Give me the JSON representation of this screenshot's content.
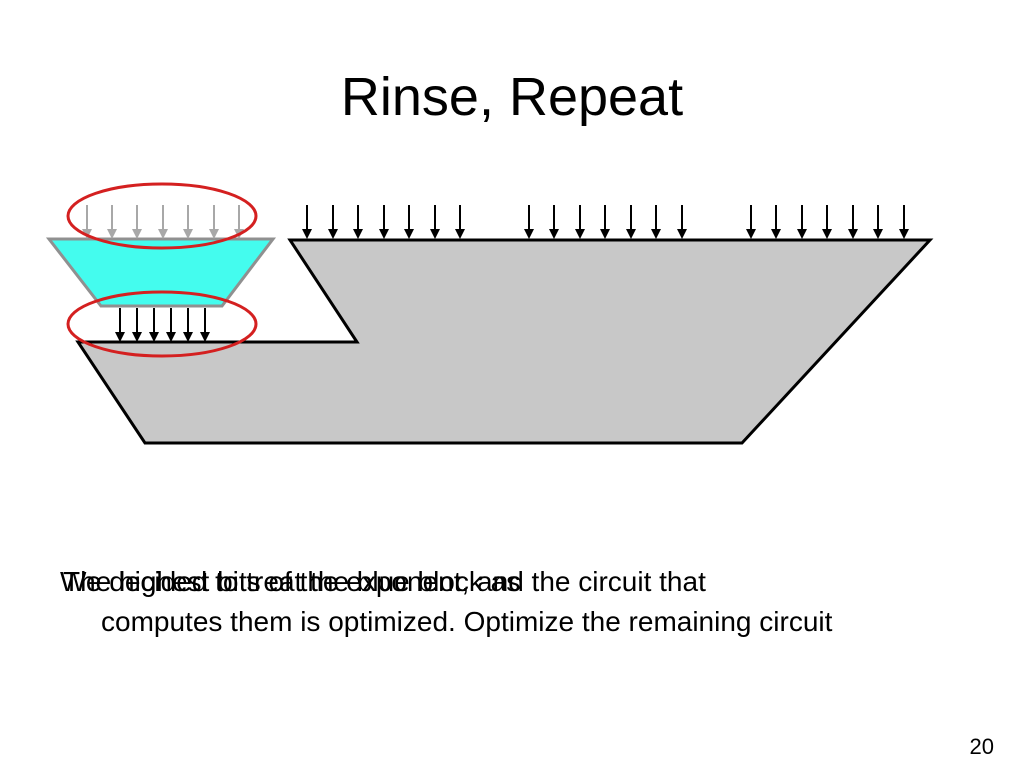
{
  "slide": {
    "title": "Rinse, Repeat",
    "page_number": "20"
  },
  "caption": {
    "overlapping_line_a": "We decided to treat the blue block as",
    "overlapping_line_b": "The highest bits of the exponent, and the circuit that",
    "continuation": "computes them is optimized. Optimize the remaining circuit"
  },
  "colors": {
    "circuit_fill": "#c8c8c8",
    "block_fill": "#44fcee",
    "highlight_ring": "#d42020",
    "top_arrow": "#a8a8a8",
    "arrow": "#000000"
  }
}
